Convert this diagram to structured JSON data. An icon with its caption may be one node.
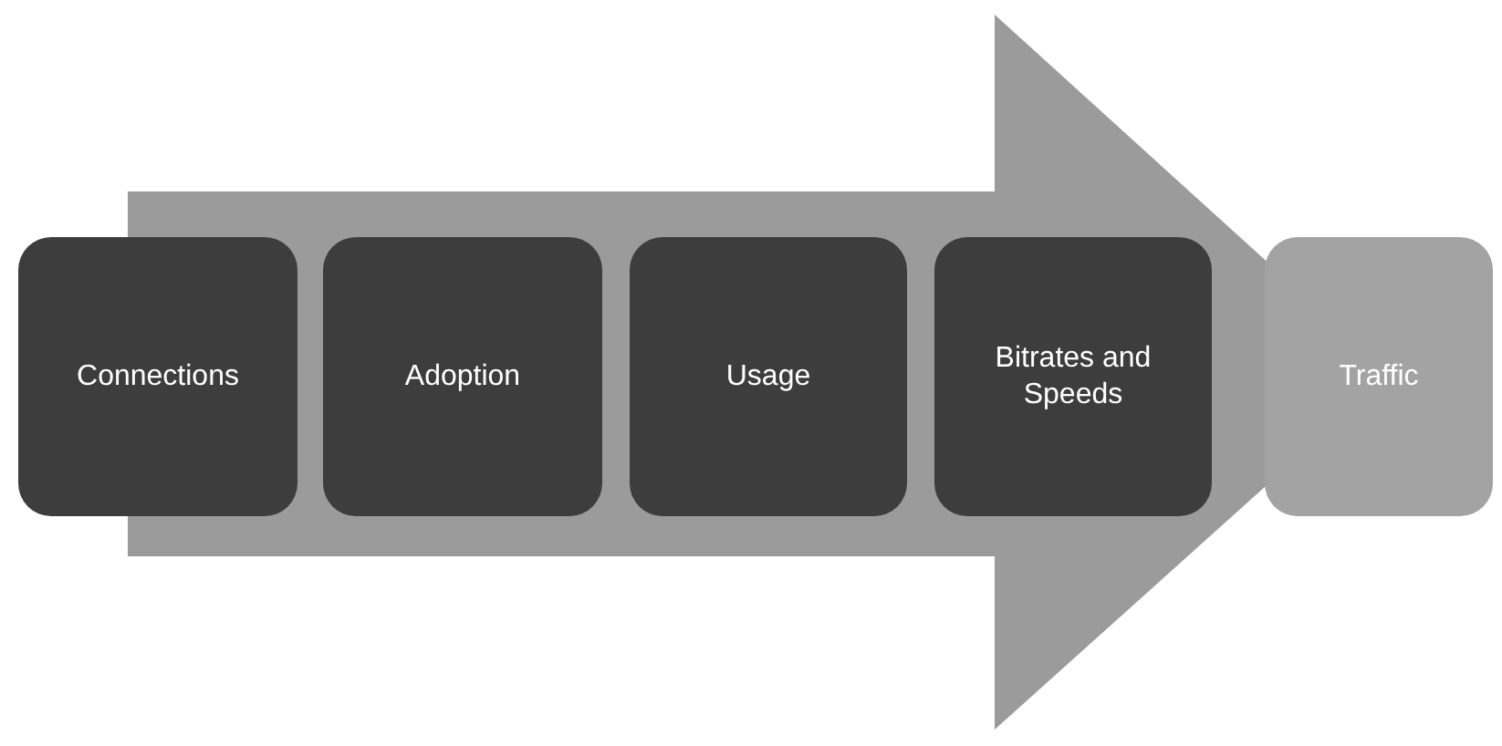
{
  "diagram": {
    "nodes": [
      {
        "text": [
          "Connections"
        ]
      },
      {
        "text": [
          "Adoption"
        ]
      },
      {
        "text": [
          "Usage"
        ]
      },
      {
        "text": [
          "Bitrates and Speeds"
        ]
      },
      {
        "text": [
          "Traffic"
        ]
      }
    ],
    "edges": [
      {
        "from": 0,
        "to": 4,
        "arrow": "to",
        "style": "thick"
      }
    ]
  }
}
